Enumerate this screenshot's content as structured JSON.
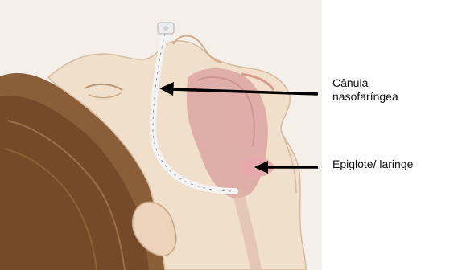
{
  "labels": {
    "cannula_line1": "Cânula",
    "cannula_line2": "nasofaríngea",
    "epiglottis": "Epiglote/ laringe"
  },
  "colors": {
    "background": "#ffffff",
    "skin": "#eddcc8",
    "hair": "#7a5332",
    "pharynx": "#dca7a4",
    "tube": "#f2f2f2",
    "arrow": "#000000"
  },
  "icons": [
    "head-illustration",
    "nasopharyngeal-tube",
    "arrow-left-icon"
  ]
}
